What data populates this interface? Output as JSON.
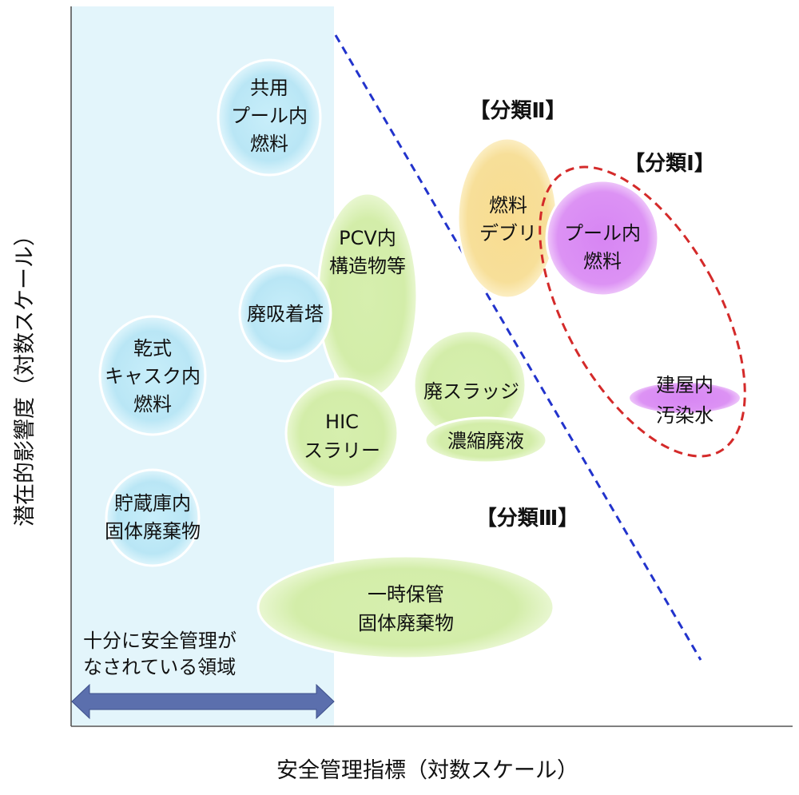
{
  "axes": {
    "x_label": "安全管理指標（対数スケール）",
    "y_label": "潜在的影響度（対数スケール）"
  },
  "safe_zone": {
    "line1": "十分に安全管理が",
    "line2": "なされている領域",
    "fill_color": "#e3f5fb",
    "arrow_color": "#5b6fad"
  },
  "classifications": {
    "class1": "【分類Ⅰ】",
    "class2": "【分類Ⅱ】",
    "class3": "【分類Ⅲ】"
  },
  "items": {
    "shared_pool_fuel": {
      "lines": [
        "共用",
        "プール内",
        "燃料"
      ],
      "color": "#bfe9f6"
    },
    "dry_cask_fuel": {
      "lines": [
        "乾式",
        "キャスク内",
        "燃料"
      ],
      "color": "#bfe9f6"
    },
    "storage_solid_waste": {
      "lines": [
        "貯蔵庫内",
        "固体廃棄物"
      ],
      "color": "#bfe9f6"
    },
    "waste_adsorption_tower": {
      "lines": [
        "廃吸着塔"
      ],
      "color": "#bfe9f6"
    },
    "pcv_structures": {
      "lines": [
        "PCV内",
        "構造物等"
      ],
      "color": "#d9f0b4"
    },
    "hic_slurry": {
      "lines": [
        "HIC",
        "スラリー"
      ],
      "color": "#d9f0b4"
    },
    "waste_sludge": {
      "lines": [
        "廃スラッジ"
      ],
      "color": "#d9f0b4"
    },
    "concentrated_waste_liquid": {
      "lines": [
        "濃縮廃液"
      ],
      "color": "#d9f0b4"
    },
    "temporary_solid_waste": {
      "lines": [
        "一時保管",
        "固体廃棄物"
      ],
      "color": "#d9f0b4"
    },
    "fuel_debris": {
      "lines": [
        "燃料",
        "デブリ"
      ],
      "color": "#f8e09a"
    },
    "pool_fuel": {
      "lines": [
        "プール内",
        "燃料"
      ],
      "color": "#dd8ff5"
    },
    "building_contaminated_water": {
      "lines": [
        "建屋内",
        "汚染水"
      ],
      "color": "#e3a6f4"
    }
  },
  "lines": {
    "boundary_color": "#2233cc",
    "class1_outline_color": "#d42a2a"
  }
}
